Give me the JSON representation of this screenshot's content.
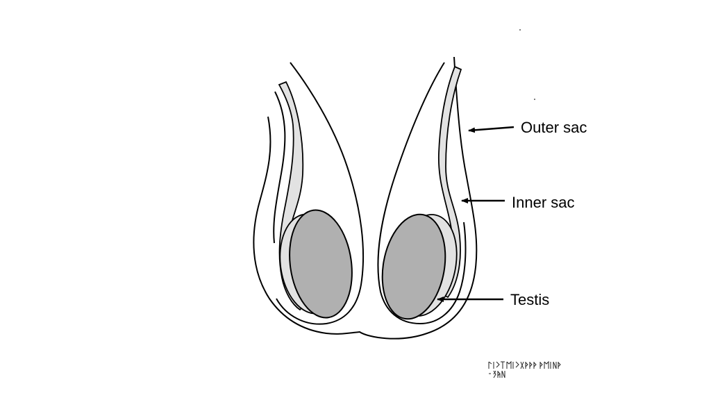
{
  "labels": {
    "outer": "Outer sac",
    "inner": "Inner sac",
    "testis": "Testis"
  },
  "colors": {
    "outline": "#000000",
    "testis_fill": "#b0b0b0",
    "inner_sac_fill": "#e2e2e2",
    "background": "#ffffff"
  },
  "signature": "ᛚᛁᚲ ᛏᛖᛗᛁᚲᚱᚦᚦ ᚦᛖᛁᚾᚱ · ᛟᚨᚾ"
}
